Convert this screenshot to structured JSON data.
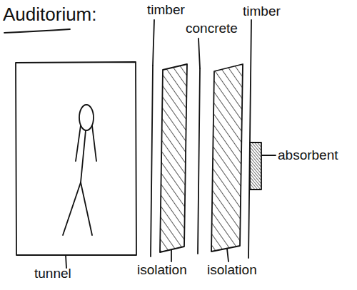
{
  "diagram": {
    "title": "Auditorium:",
    "labels": [
      "timber",
      "concrete",
      "timber",
      "absorbent",
      "tunnel",
      "isolation",
      "isolation"
    ]
  }
}
